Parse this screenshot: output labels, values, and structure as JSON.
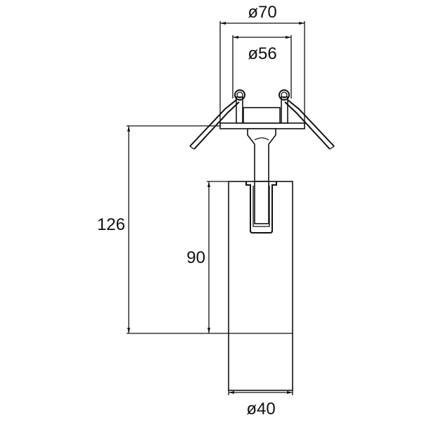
{
  "drawing": {
    "type": "technical-dimension-drawing",
    "subject": "recessed spotlight with tilting cylinder",
    "units": "mm",
    "line_color": "#111111",
    "background": "#ffffff"
  },
  "dimensions": {
    "outer_diameter": {
      "label": "ø70",
      "value": 70
    },
    "cutout_diameter": {
      "label": "ø56",
      "value": 56
    },
    "cylinder_diameter": {
      "label": "ø40",
      "value": 40
    },
    "total_height": {
      "label": "126",
      "value": 126
    },
    "cylinder_height": {
      "label": "90",
      "value": 90
    }
  }
}
